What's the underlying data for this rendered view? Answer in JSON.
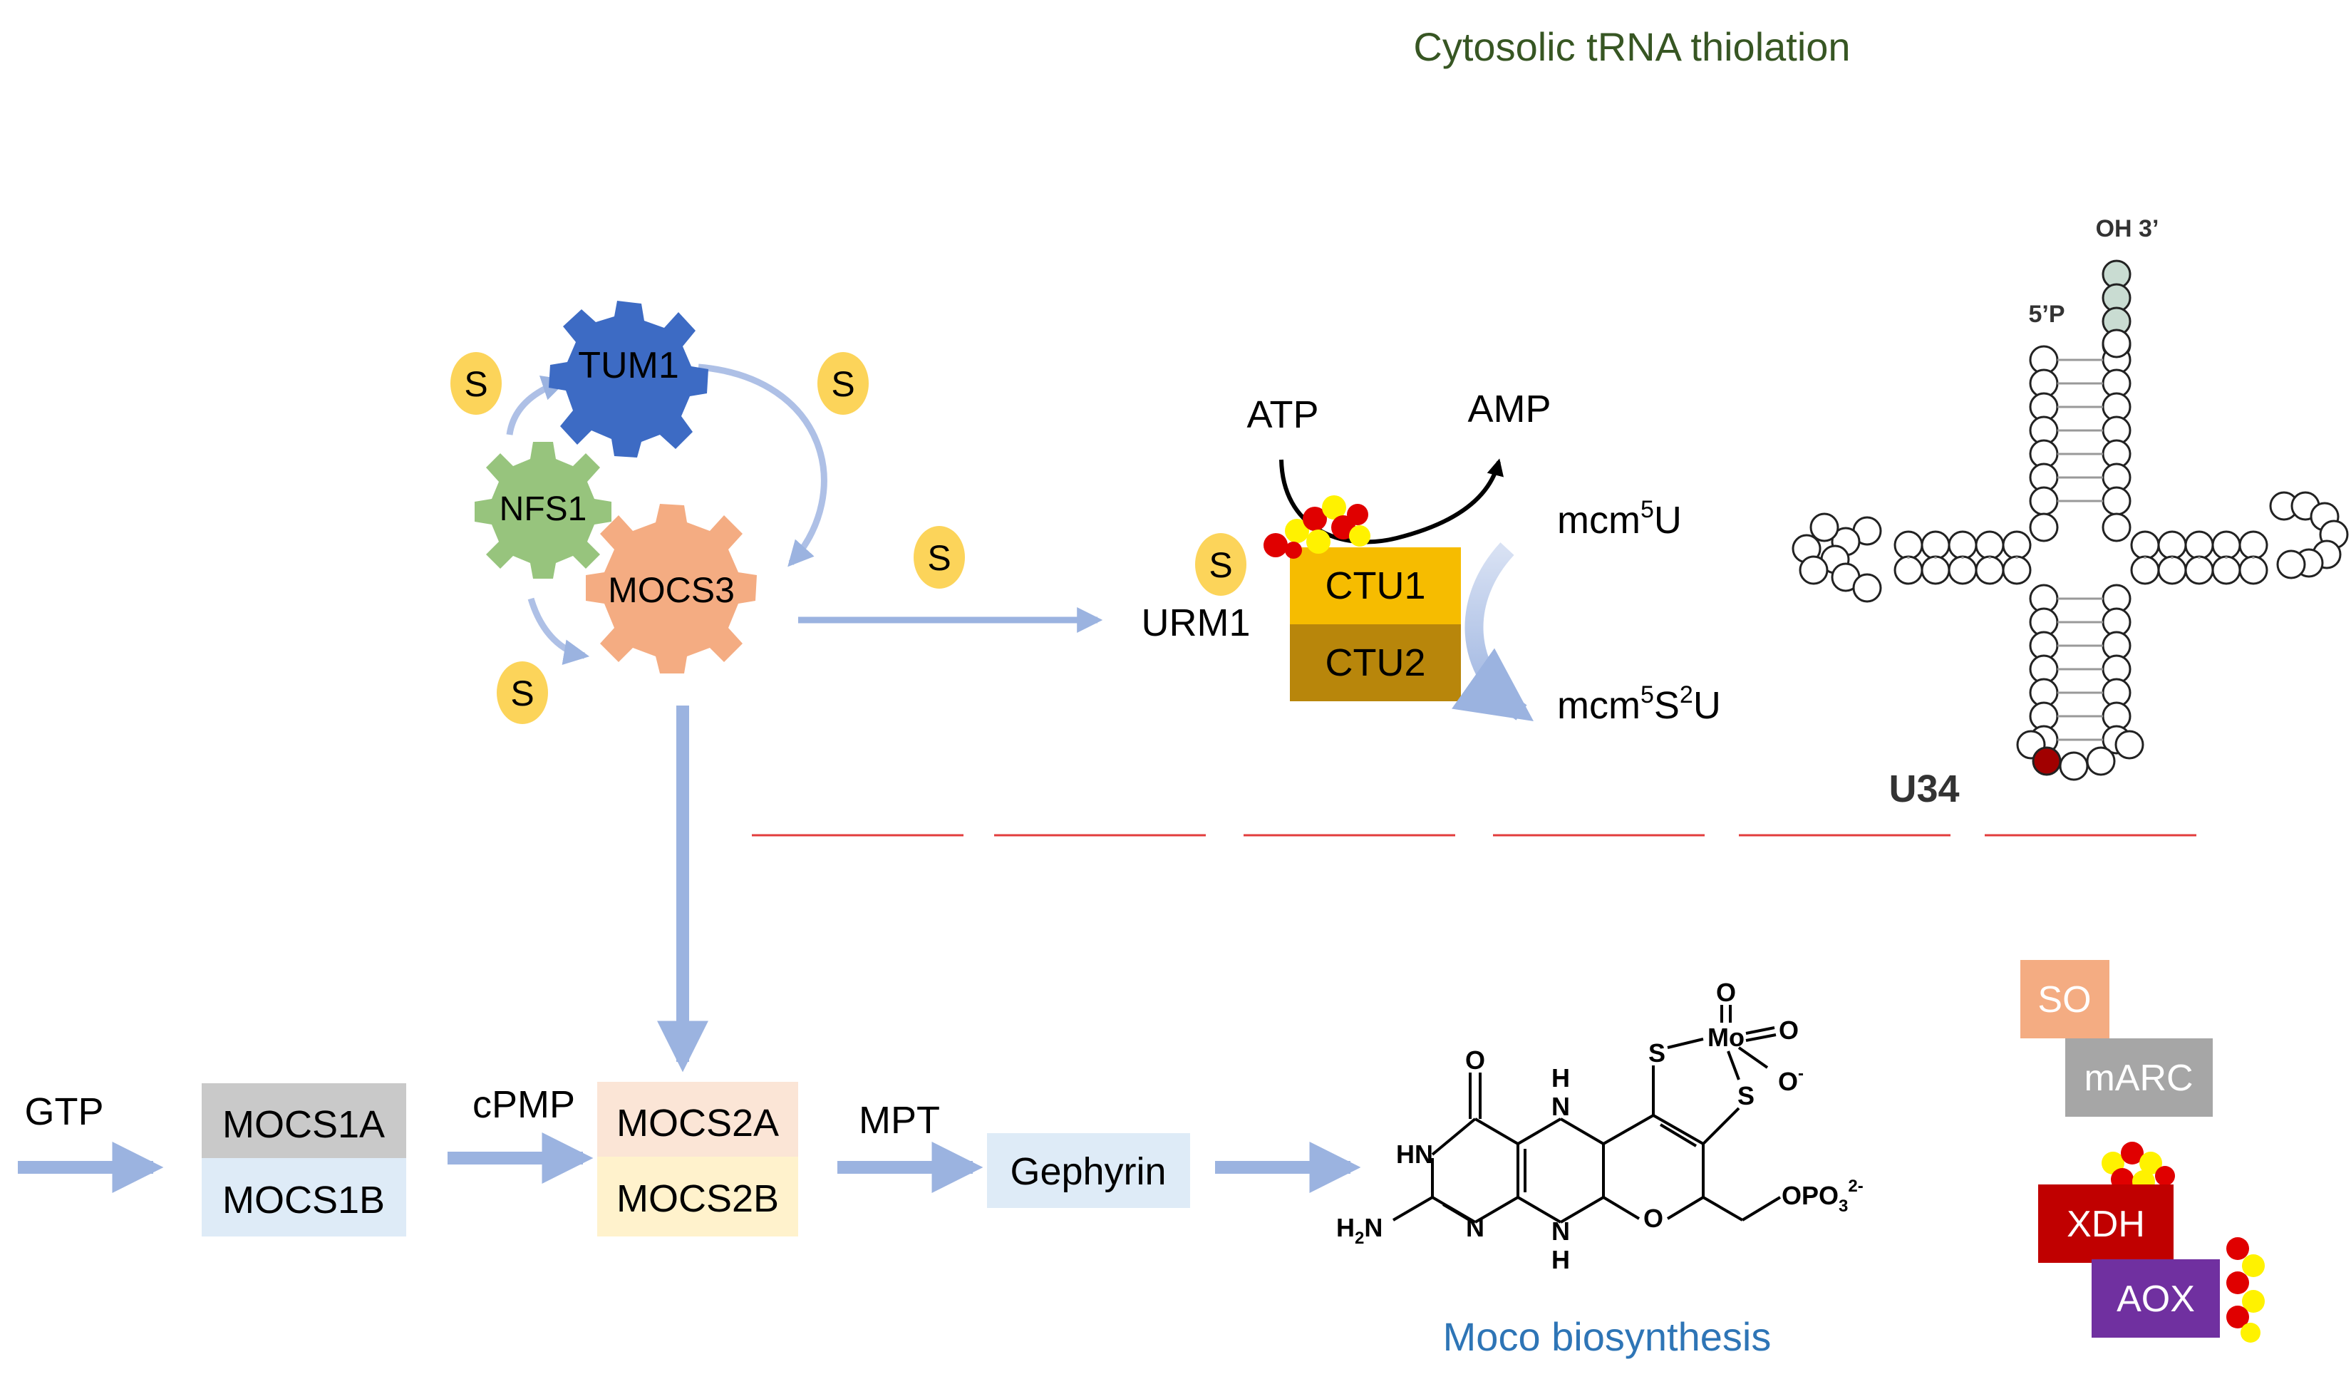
{
  "titles": {
    "thiolation": "Cytosolic tRNA thiolation",
    "moco": "Moco biosynthesis"
  },
  "colors": {
    "title_green": "#375623",
    "title_blue": "#2E75B6",
    "arrow": "#9BB3E0",
    "sulfur": "#FCD45A",
    "tum1": "#3D6BC4",
    "nfs1": "#97C47D",
    "mocs3": "#F4AC82",
    "ctu1": "#F6BC00",
    "ctu2": "#B8860B",
    "divider": "#E23C3C"
  },
  "sulfur": {
    "label": "S"
  },
  "enzymes": {
    "tum1": "TUM1",
    "nfs1": "NFS1",
    "mocs3": "MOCS3",
    "urm1": "URM1",
    "ctu1": "CTU1",
    "ctu2": "CTU2"
  },
  "cofactors": {
    "atp": "ATP",
    "amp": "AMP"
  },
  "nucleosides": {
    "substrate": {
      "base": "mcm",
      "sup1": "5",
      "tail": "U"
    },
    "product": {
      "base": "mcm",
      "sup1": "5",
      "mid": "S",
      "sup2": "2",
      "tail": "U"
    }
  },
  "trna": {
    "three_prime": "OH 3’",
    "five_prime": "5’P",
    "anticodon": "U34"
  },
  "moco": {
    "gtp": "GTP",
    "cpmp": "cPMP",
    "mpt": "MPT",
    "mocs1a": "MOCS1A",
    "mocs1b": "MOCS1B",
    "mocs2a": "MOCS2A",
    "mocs2b": "MOCS2B",
    "gephyrin": "Gephyrin"
  },
  "structure": {
    "o_top": "O",
    "o_mo1": "O",
    "o_mo2": "O",
    "o_minus": "O",
    "minus": "-",
    "mo": "Mo",
    "s1": "S",
    "s2": "S",
    "h_top": "H",
    "n_top": "N",
    "hn": "HN",
    "n_mid": "N",
    "n_bot": "N",
    "h_bot": "H",
    "h2n": "H",
    "h2n_sub": "2",
    "h2n_n": "N",
    "o_ring": "O",
    "opo3": "OPO",
    "opo3_sub": "3",
    "opo3_sup": "2-"
  },
  "molybdoenzymes": {
    "so": "SO",
    "marc": "mARC",
    "xdh": "XDH",
    "aox": "AOX"
  }
}
